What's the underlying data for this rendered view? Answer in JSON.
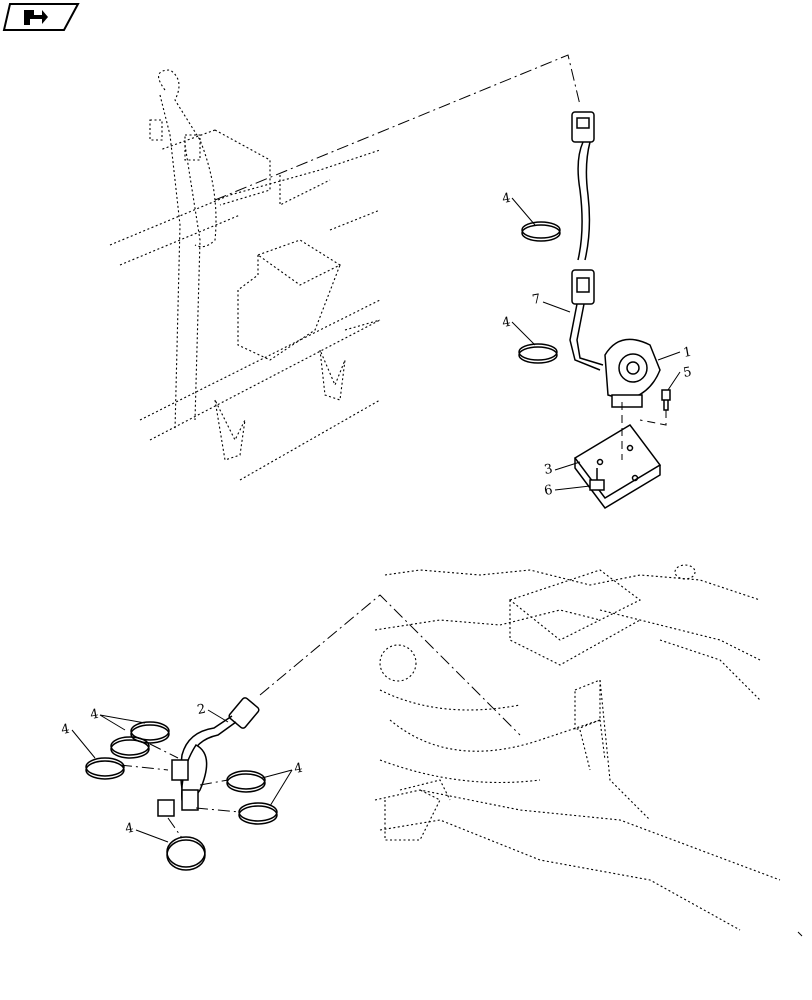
{
  "nav": {
    "icon": "next-page-arrow-icon"
  },
  "callouts": {
    "c1": "1",
    "c2": "2",
    "c3": "3",
    "c4a": "4",
    "c4b": "4",
    "c4c": "4",
    "c4d": "4",
    "c4e": "4",
    "c4f": "4",
    "c5": "5",
    "c6": "6",
    "c7": "7"
  }
}
